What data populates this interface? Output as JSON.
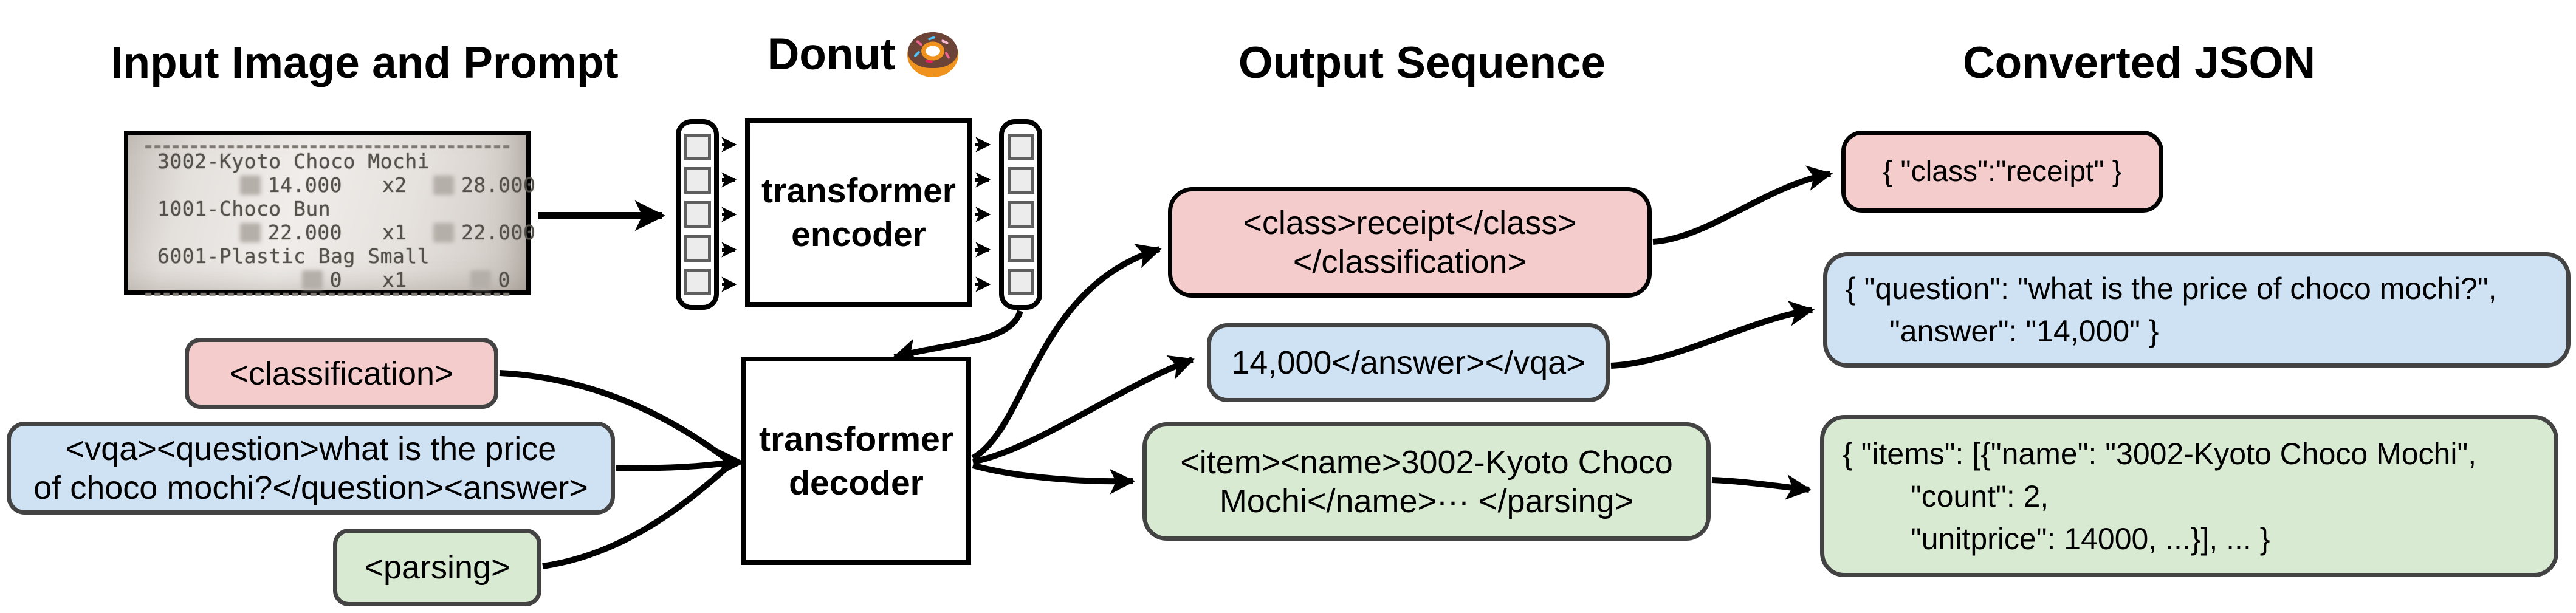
{
  "headers": {
    "input": "Input Image and Prompt",
    "model": "Donut",
    "output": "Output Sequence",
    "json": "Converted JSON"
  },
  "icons": {
    "model": "donut-icon"
  },
  "model": {
    "encoder_label": "transformer encoder",
    "decoder_label": "transformer decoder"
  },
  "receipt": {
    "items": [
      {
        "name": "3002-Kyoto Choco Mochi",
        "price": "14.000",
        "qty": "x2",
        "total": "28.000"
      },
      {
        "name": "1001-Choco Bun",
        "price": "22.000",
        "qty": "x1",
        "total": "22.000"
      },
      {
        "name": "6001-Plastic Bag Small",
        "price": "0",
        "qty": "x1",
        "total": "0"
      }
    ]
  },
  "prompts": {
    "classification": "<classification>",
    "vqa_lines": [
      "<vqa><question>what is the price",
      "of choco mochi?</question><answer>"
    ],
    "parsing": "<parsing>"
  },
  "outputs": {
    "classification_lines": [
      "<class>receipt</class>",
      "</classification>"
    ],
    "vqa": "14,000</answer></vqa>",
    "parsing_lines": [
      "<item><name>3002-Kyoto Choco",
      "Mochi</name>··· </parsing>"
    ]
  },
  "json_outputs": {
    "classification": "{ \"class\":\"receipt\" }",
    "vqa_lines": [
      "{ \"question\": \"what is the price of choco mochi?\",",
      "\"answer\": \"14,000\" }"
    ],
    "parsing_lines": [
      "{ \"items\": [{\"name\": \"3002-Kyoto Choco Mochi\",",
      "\"count\": 2,",
      "\"unitprice\": 14000, ...}], ... }"
    ]
  },
  "colors": {
    "classification_fill": "#f4cccc",
    "vqa_fill": "#cfe2f3",
    "parsing_fill": "#d9ead3",
    "box_border": "#434343",
    "arrow": "#000000",
    "token_fill": "#ececec"
  }
}
